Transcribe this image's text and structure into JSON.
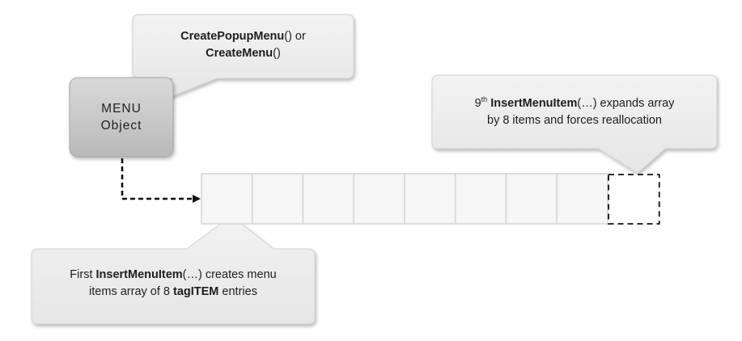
{
  "menu_object": {
    "line1": "MENU",
    "line2": "Object"
  },
  "callout_create": {
    "fn1": "CreatePopupMenu",
    "suffix1": "() or",
    "fn2": "CreateMenu",
    "suffix2": "()"
  },
  "callout_first": {
    "prefix": "First ",
    "fn": "InsertMenuItem",
    "middle": "(…) creates menu",
    "line2_prefix": "items array of 8 ",
    "struct": "tagITEM",
    "line2_suffix": " entries"
  },
  "callout_ninth": {
    "number": "9",
    "ordinal": "th",
    "fn": "InsertMenuItem",
    "middle": "(…) expands array",
    "line2": "by 8 items and forces reallocation"
  },
  "array": {
    "filled_cells": 8,
    "new_cells": 1
  },
  "colors": {
    "box_fill": "#ececec",
    "box_stroke": "#d0d0d0",
    "menu_fill": "#c8c8c8",
    "cell_fill": "#f6f6f6",
    "cell_stroke": "#d6d6d6",
    "dashed_stroke": "#111111"
  }
}
